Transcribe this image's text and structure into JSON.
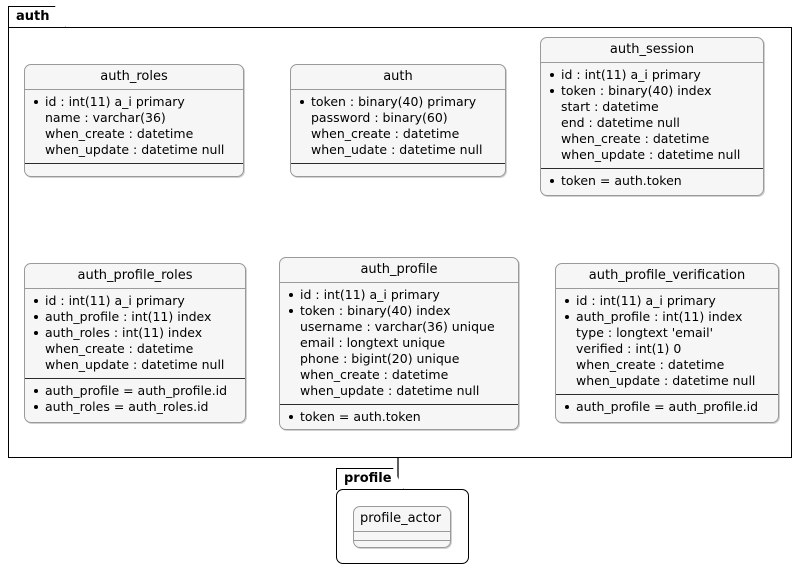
{
  "diagram": {
    "type": "er-diagram",
    "background": "#ffffff",
    "entity_fill": "#F6F6F6",
    "entity_border": "#9a9a9a",
    "frame_border": "#000000"
  },
  "packages": [
    {
      "name": "auth-package",
      "label": "auth"
    },
    {
      "name": "profile-package",
      "label": "profile"
    }
  ],
  "entities": [
    {
      "id": "auth_roles",
      "title": "auth_roles",
      "attributes": [
        {
          "text": "id : int(11) a_i primary",
          "key": true
        },
        {
          "text": "name : varchar(36)",
          "key": false
        },
        {
          "text": "when_create : datetime",
          "key": false
        },
        {
          "text": "when_update : datetime null",
          "key": false
        }
      ],
      "relations": []
    },
    {
      "id": "auth",
      "title": "auth",
      "attributes": [
        {
          "text": "token : binary(40) primary",
          "key": true
        },
        {
          "text": "password : binary(60)",
          "key": false
        },
        {
          "text": "when_create : datetime",
          "key": false
        },
        {
          "text": "when_udate : datetime null",
          "key": false
        }
      ],
      "relations": []
    },
    {
      "id": "auth_session",
      "title": "auth_session",
      "attributes": [
        {
          "text": "id : int(11) a_i primary",
          "key": true
        },
        {
          "text": "token : binary(40) index",
          "key": true
        },
        {
          "text": "start : datetime",
          "key": false
        },
        {
          "text": "end : datetime null",
          "key": false
        },
        {
          "text": "when_create : datetime",
          "key": false
        },
        {
          "text": "when_update : datetime null",
          "key": false
        }
      ],
      "relations": [
        {
          "text": "token = auth.token",
          "key": true
        }
      ]
    },
    {
      "id": "auth_profile_roles",
      "title": "auth_profile_roles",
      "attributes": [
        {
          "text": "id : int(11) a_i primary",
          "key": true
        },
        {
          "text": "auth_profile : int(11) index",
          "key": true
        },
        {
          "text": "auth_roles : int(11) index",
          "key": true
        },
        {
          "text": "when_create : datetime",
          "key": false
        },
        {
          "text": "when_update : datetime null",
          "key": false
        }
      ],
      "relations": [
        {
          "text": "auth_profile = auth_profile.id",
          "key": true
        },
        {
          "text": "auth_roles = auth_roles.id",
          "key": true
        }
      ]
    },
    {
      "id": "auth_profile",
      "title": "auth_profile",
      "attributes": [
        {
          "text": "id : int(11) a_i primary",
          "key": true
        },
        {
          "text": "token : binary(40) index",
          "key": true
        },
        {
          "text": "username : varchar(36) unique",
          "key": false
        },
        {
          "text": "email : longtext unique",
          "key": false
        },
        {
          "text": "phone : bigint(20) unique",
          "key": false
        },
        {
          "text": "when_create : datetime",
          "key": false
        },
        {
          "text": "when_update : datetime null",
          "key": false
        }
      ],
      "relations": [
        {
          "text": "token = auth.token",
          "key": true
        }
      ]
    },
    {
      "id": "auth_profile_verification",
      "title": "auth_profile_verification",
      "attributes": [
        {
          "text": "id : int(11) a_i primary",
          "key": true
        },
        {
          "text": "auth_profile : int(11) index",
          "key": true
        },
        {
          "text": "type : longtext 'email'",
          "key": false
        },
        {
          "text": "verified : int(1) 0",
          "key": false
        },
        {
          "text": "when_create : datetime",
          "key": false
        },
        {
          "text": "when_update : datetime null",
          "key": false
        }
      ],
      "relations": [
        {
          "text": "auth_profile = auth_profile.id",
          "key": true
        }
      ]
    },
    {
      "id": "profile_actor",
      "title": "profile_actor",
      "attributes": [],
      "relations": []
    }
  ],
  "relationships": [
    {
      "from": "auth",
      "to": "auth_session",
      "left_cardinality": "one-and-only-one",
      "right_cardinality": "zero-or-one",
      "notation": "||--o|"
    },
    {
      "from": "auth_roles",
      "to": "auth_profile_roles",
      "left_cardinality": "one-and-only-one",
      "right_cardinality": "zero-or-many",
      "notation": "||--o{"
    },
    {
      "from": "auth",
      "to": "auth_profile",
      "left_cardinality": "one-and-only-one",
      "right_cardinality": "one-and-only-one",
      "notation": "||--||"
    },
    {
      "from": "auth_profile_roles",
      "to": "auth_profile",
      "left_cardinality": "zero-or-many",
      "right_cardinality": "one-and-only-one",
      "notation": "}o--||"
    },
    {
      "from": "auth_profile",
      "to": "auth_profile_verification",
      "left_cardinality": "one-and-only-one",
      "right_cardinality": "one-or-many",
      "notation": "||--|{"
    },
    {
      "from": "auth_profile",
      "to": "profile_actor",
      "left_cardinality": "one-and-only-one",
      "right_cardinality": "zero-or-one",
      "notation": "||--o|"
    }
  ]
}
